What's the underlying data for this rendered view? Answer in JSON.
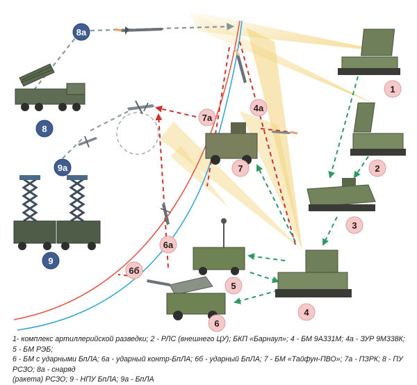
{
  "callouts": {
    "c1": "1",
    "c2": "2",
    "c3": "3",
    "c4": "4",
    "c4a": "4a",
    "c5": "5",
    "c6": "6",
    "c6a": "6a",
    "c6b": "6б",
    "c7": "7",
    "c7a": "7a",
    "c8": "8",
    "c8a": "8a",
    "c9": "9",
    "c9a": "9a"
  },
  "legend": {
    "line1": "1- комплекс артиллерийской разведки; 2 - РЛС (внешнего ЦУ); БКП «Барнаул»; 4 - БМ 9А331М; 4а - ЗУР 9М338К; 5 - БМ РЭБ;",
    "line2": "6 - БМ с ударными БпЛА; 6а - ударный контр-БпЛА; 6б - ударный БпЛА; 7 - БМ «Тайфун-ПВО»; 7а - ПЗРК; 8 - ПУ РСЗО; 8а - снаряд",
    "line3": "(ракета) РСЗО; 9 - НПУ БпЛА; 9а - БпЛА"
  },
  "colors": {
    "red_arrow": "#d0302a",
    "green_arrow": "#2e9a62",
    "gray_dash": "#8a9599",
    "trajectory_red": "#e0584a",
    "trajectory_blue": "#38a8d8",
    "beam": "#f2d27a",
    "callout_pink": "#f5c9c9",
    "callout_blue": "#3f5d8f"
  },
  "icons": {
    "vehicles": [
      "radar-vehicle-icon",
      "radar-tower-icon",
      "command-vehicle-icon",
      "sam-launcher-icon",
      "ew-vehicle-icon",
      "drone-carrier-icon",
      "armored-truck-icon",
      "mlrs-launcher-icon",
      "drone-mast-vehicle-icon"
    ],
    "air": [
      "missile-icon",
      "drone-icon",
      "rocket-icon"
    ]
  }
}
